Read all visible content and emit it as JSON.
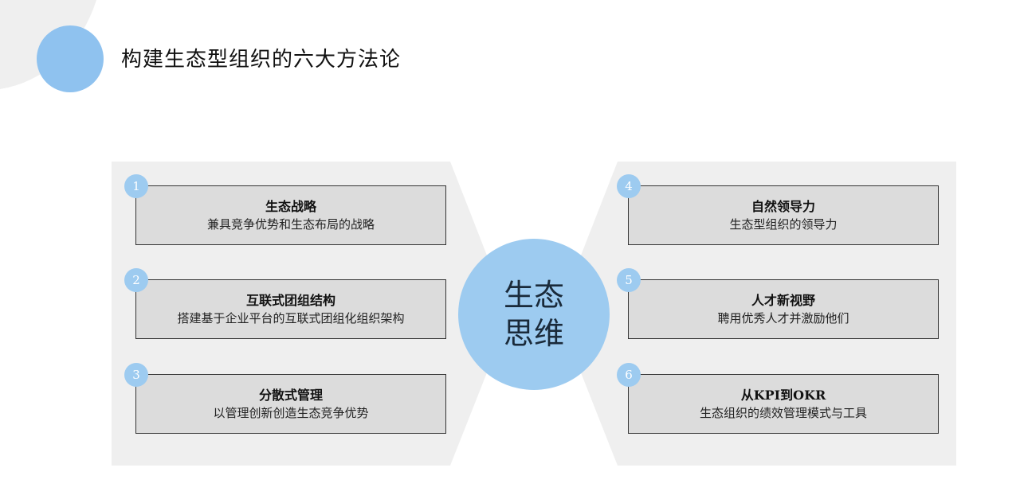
{
  "title": "构建生态型组织的六大方法论",
  "center": {
    "line1": "生态",
    "line2": "思维"
  },
  "items": [
    {
      "num": "1",
      "heading": "生态战略",
      "desc": "兼具竞争优势和生态布局的战略"
    },
    {
      "num": "2",
      "heading": "互联式团组结构",
      "desc": "搭建基于企业平台的互联式团组化组织架构"
    },
    {
      "num": "3",
      "heading": "分散式管理",
      "desc": "以管理创新创造生态竞争优势"
    },
    {
      "num": "4",
      "heading": "自然领导力",
      "desc": "生态型组织的领导力"
    },
    {
      "num": "5",
      "heading": "人才新视野",
      "desc": "聘用优秀人才并激励他们"
    },
    {
      "num": "6",
      "heading": "从KPI到OKR",
      "desc": "生态组织的绩效管理模式与工具"
    }
  ],
  "colors": {
    "accent": "#9dcbf0",
    "panel": "#efefef",
    "box": "#dcdcdc"
  }
}
